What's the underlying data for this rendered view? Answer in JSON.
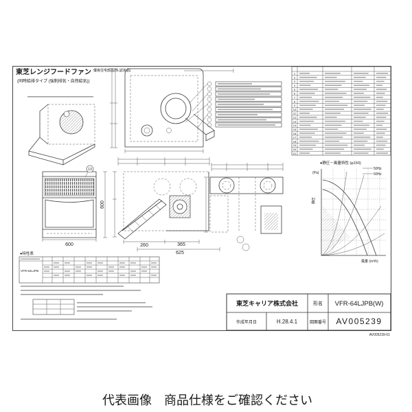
{
  "title": {
    "main": "東芝レンジフードファン",
    "certification": "優良住宅部品(BL認定品)",
    "type": "(同時給排タイプ (強制排気・自然給気))"
  },
  "callouts": {
    "balloon_13": "13"
  },
  "dimensions": {
    "front_view_width": "600",
    "front_view_height": "600",
    "width_260": "260",
    "width_365": "365",
    "width_625": "625"
  },
  "parts_list": {
    "numbers": [
      "1",
      "2",
      "3",
      "4",
      "5",
      "6",
      "7",
      "8",
      "9",
      "10",
      "11",
      "12",
      "13",
      "14",
      "15",
      "16",
      "17",
      "18",
      "19",
      "20",
      "21"
    ]
  },
  "graph": {
    "title": "●静圧－風量特性 (φ150)",
    "y_unit": "(Pa)",
    "y_label": "静圧",
    "x_label": "風量 (m³/h)",
    "curve_50": "50Hz",
    "curve_60": "60Hz"
  },
  "spec_table": {
    "heading": "●特性表",
    "model": "VFR-64LJPB"
  },
  "title_block": {
    "company": "東芝キャリア株式会社",
    "model_label": "形名",
    "model": "VFR-64LJPB(W)",
    "date_label": "作成年月日",
    "date": "H.28.4.1",
    "drawing_no_label": "図面番号",
    "drawing_no": "AV005239"
  },
  "revision_code": "AV005239-01",
  "caption": "代表画像　商品仕様をご確認ください",
  "colors": {
    "line": "#3a3a3a",
    "text": "#1a1a1a",
    "background": "#ffffff"
  }
}
